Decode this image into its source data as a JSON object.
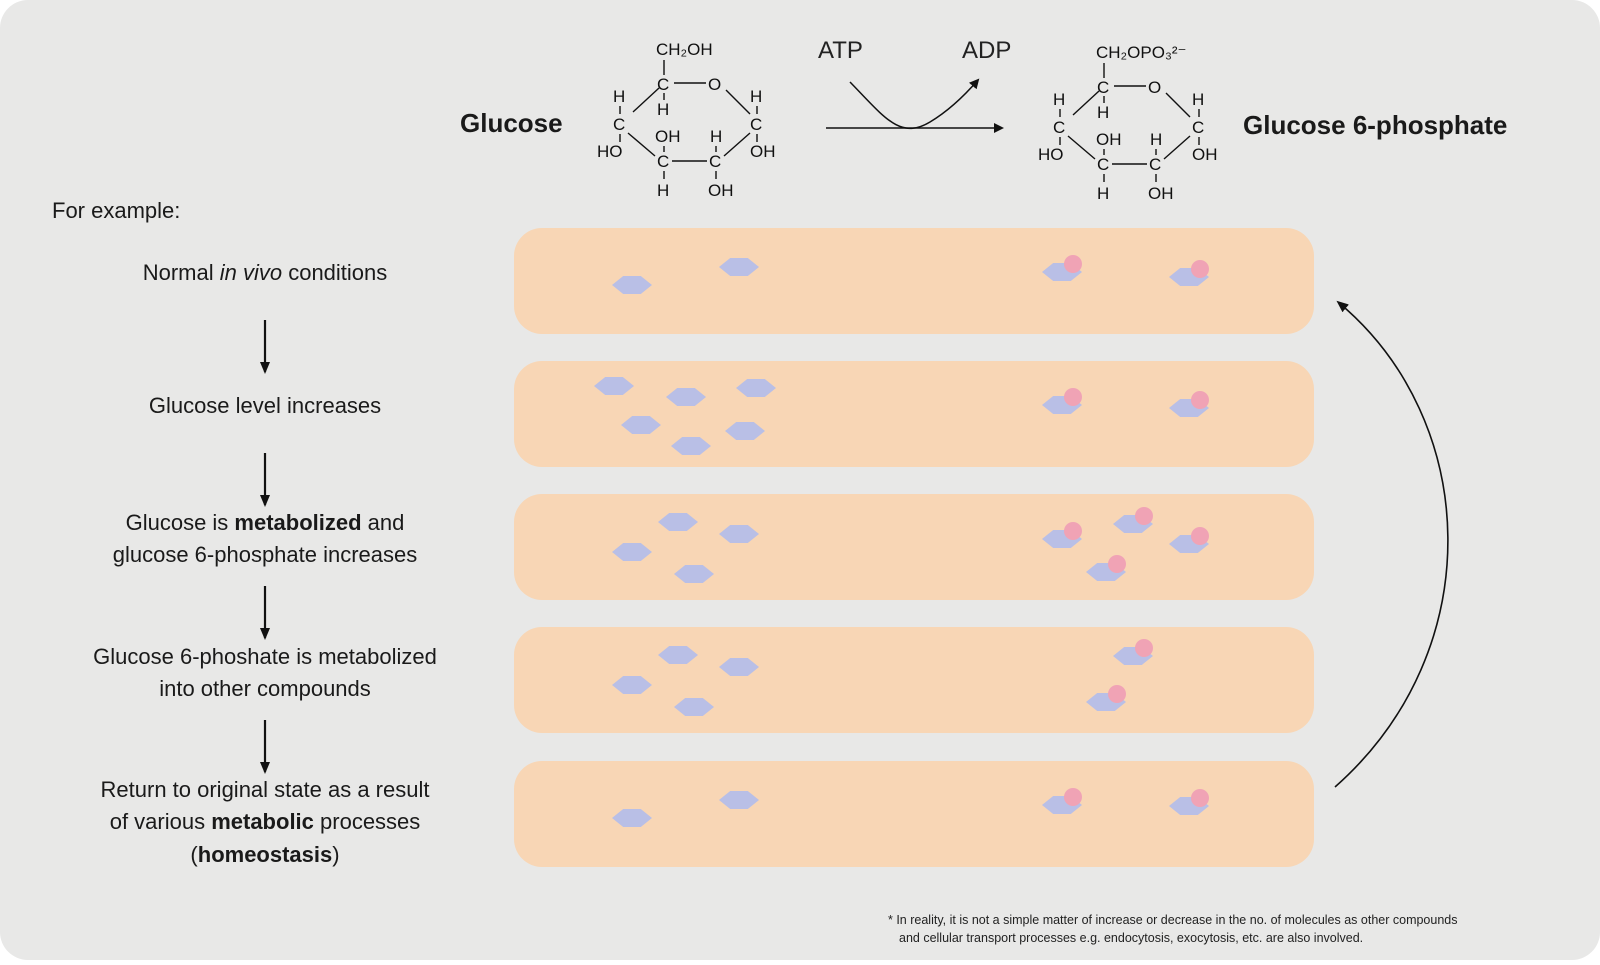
{
  "reaction": {
    "substrate_label": "Glucose",
    "product_label": "Glucose 6-phosphate",
    "atp_label": "ATP",
    "adp_label": "ADP",
    "glucose_atoms": {
      "top_group": "CH₂OH",
      "c": "C",
      "o": "O",
      "h": "H",
      "oh": "OH",
      "ho": "HO"
    },
    "g6p_atoms": {
      "top_group": "CH₂OPO₃²⁻",
      "c": "C",
      "o": "O",
      "h": "H",
      "oh": "OH",
      "ho": "HO"
    }
  },
  "left": {
    "intro": "For example:",
    "steps": [
      {
        "parts": [
          {
            "t": "Normal "
          },
          {
            "t": "in vivo",
            "s": "italic"
          },
          {
            "t": " conditions"
          }
        ]
      },
      {
        "parts": [
          {
            "t": "Glucose level increases"
          }
        ]
      },
      {
        "line1": [
          {
            "t": "Glucose is "
          },
          {
            "t": "metabolized",
            "s": "bold"
          },
          {
            "t": " and"
          }
        ],
        "line2": [
          {
            "t": "glucose 6-phosphate increases"
          }
        ]
      },
      {
        "line1": [
          {
            "t": "Glucose 6-phoshate is metabolized"
          }
        ],
        "line2": [
          {
            "t": "into other compounds"
          }
        ]
      },
      {
        "line1": [
          {
            "t": "Return to original state as a result"
          }
        ],
        "line2": [
          {
            "t": "of various "
          },
          {
            "t": "metabolic",
            "s": "bold"
          },
          {
            "t": " processes"
          }
        ],
        "line3": [
          {
            "t": "("
          },
          {
            "t": "homeostasis",
            "s": "bold"
          },
          {
            "t": ")"
          }
        ]
      }
    ]
  },
  "states": [
    {
      "glucose_count": 2,
      "g6p_count": 2
    },
    {
      "glucose_count": 6,
      "g6p_count": 2
    },
    {
      "glucose_count": 4,
      "g6p_count": 4
    },
    {
      "glucose_count": 4,
      "g6p_count": 2
    },
    {
      "glucose_count": 2,
      "g6p_count": 2
    }
  ],
  "footnote": {
    "line1": "* In reality, it is not a simple matter of increase or decrease in the no. of molecules as other compounds",
    "line2": "and cellular transport processes e.g. endocytosis, exocytosis, etc. are also involved."
  },
  "colors": {
    "panel_bg": "#e8e8e7",
    "cell_fill": "#f8d6b5",
    "glucose_fill": "#b9bfe6",
    "phosphate_fill": "#f0a3b5",
    "ink": "#111111"
  }
}
